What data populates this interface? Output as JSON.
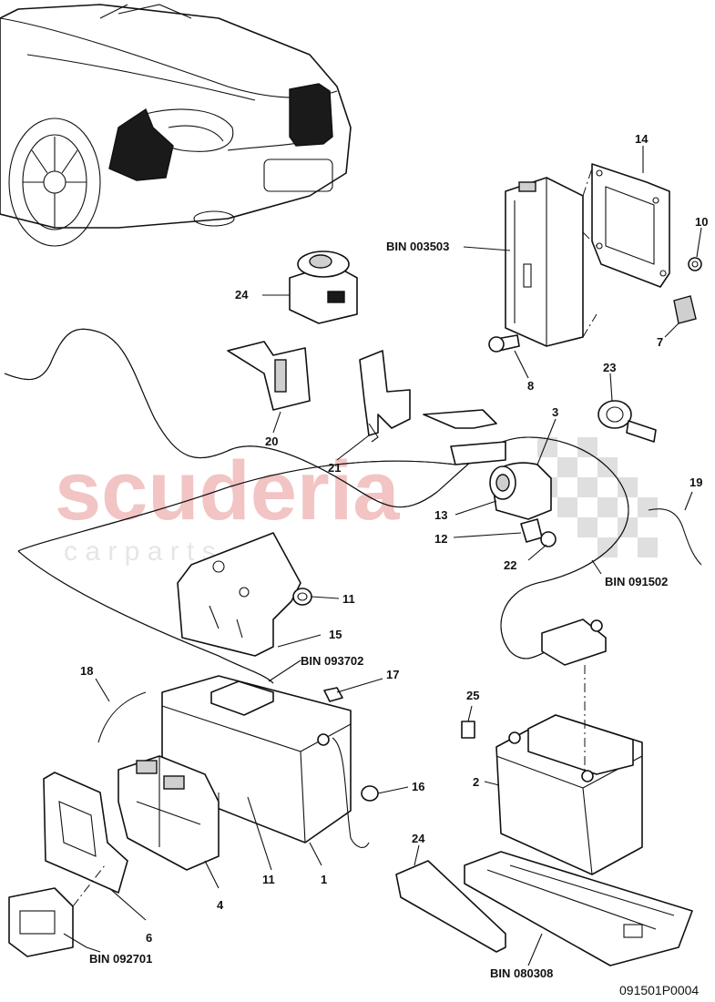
{
  "diagram": {
    "watermark": {
      "main": "scuderia",
      "sub": "c a r p a r t s"
    },
    "drawing_code": "091501P0004",
    "parts": [
      {
        "id": "p1",
        "label": "1"
      },
      {
        "id": "p2",
        "label": "2"
      },
      {
        "id": "p3",
        "label": "3"
      },
      {
        "id": "p4",
        "label": "4"
      },
      {
        "id": "p6",
        "label": "6"
      },
      {
        "id": "p7",
        "label": "7"
      },
      {
        "id": "p8",
        "label": "8"
      },
      {
        "id": "p10",
        "label": "10"
      },
      {
        "id": "p11a",
        "label": "11"
      },
      {
        "id": "p11b",
        "label": "11"
      },
      {
        "id": "p12",
        "label": "12"
      },
      {
        "id": "p13",
        "label": "13"
      },
      {
        "id": "p14",
        "label": "14"
      },
      {
        "id": "p15",
        "label": "15"
      },
      {
        "id": "p16",
        "label": "16"
      },
      {
        "id": "p17",
        "label": "17"
      },
      {
        "id": "p18",
        "label": "18"
      },
      {
        "id": "p19",
        "label": "19"
      },
      {
        "id": "p20",
        "label": "20"
      },
      {
        "id": "p21",
        "label": "21"
      },
      {
        "id": "p22",
        "label": "22"
      },
      {
        "id": "p23",
        "label": "23"
      },
      {
        "id": "p24a",
        "label": "24"
      },
      {
        "id": "p24b",
        "label": "24"
      },
      {
        "id": "p25",
        "label": "25"
      }
    ],
    "bins": [
      {
        "id": "b003503",
        "label": "BIN 003503"
      },
      {
        "id": "b091502",
        "label": "BIN 091502"
      },
      {
        "id": "b093702",
        "label": "BIN 093702"
      },
      {
        "id": "b092701",
        "label": "BIN 092701"
      },
      {
        "id": "b080308",
        "label": "BIN 080308"
      }
    ]
  },
  "colors": {
    "line": "#111111",
    "watermark": "#f2c4c4",
    "watermark_sub": "#e9e9e9"
  }
}
